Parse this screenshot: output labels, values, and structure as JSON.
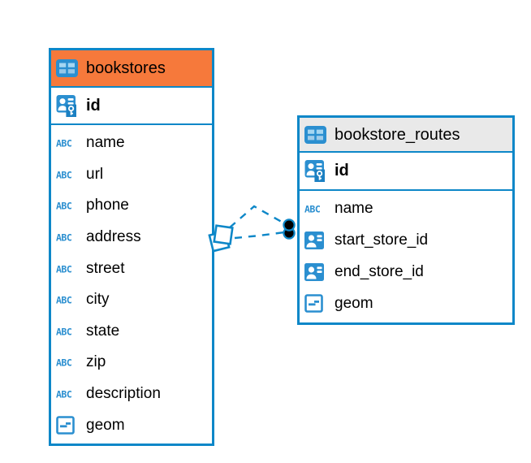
{
  "diagram": {
    "colors": {
      "accent_blue": "#0d87c8",
      "icon_blue": "#2b8fd0",
      "icon_light_blue": "#a5d6f2",
      "highlight_orange": "#f6793b",
      "header_gray": "#e9e9e9",
      "text": "#000000",
      "endpoint_dot": "#000000"
    },
    "tables": [
      {
        "name": "bookstores",
        "header_color": "#f6793b",
        "pk": {
          "label": "id",
          "type": "pk"
        },
        "fields": [
          {
            "label": "name",
            "type": "text"
          },
          {
            "label": "url",
            "type": "text"
          },
          {
            "label": "phone",
            "type": "text"
          },
          {
            "label": "address",
            "type": "text"
          },
          {
            "label": "street",
            "type": "text"
          },
          {
            "label": "city",
            "type": "text"
          },
          {
            "label": "state",
            "type": "text"
          },
          {
            "label": "zip",
            "type": "text"
          },
          {
            "label": "description",
            "type": "text"
          },
          {
            "label": "geom",
            "type": "geometry"
          }
        ]
      },
      {
        "name": "bookstore_routes",
        "header_color": "#e9e9e9",
        "pk": {
          "label": "id",
          "type": "pk"
        },
        "fields": [
          {
            "label": "name",
            "type": "text"
          },
          {
            "label": "start_store_id",
            "type": "fk"
          },
          {
            "label": "end_store_id",
            "type": "fk"
          },
          {
            "label": "geom",
            "type": "geometry"
          }
        ]
      }
    ],
    "relationships": [
      {
        "from_table": "bookstores",
        "to_table": "bookstore_routes",
        "line_style": "dashed",
        "line_count": 2
      }
    ]
  }
}
